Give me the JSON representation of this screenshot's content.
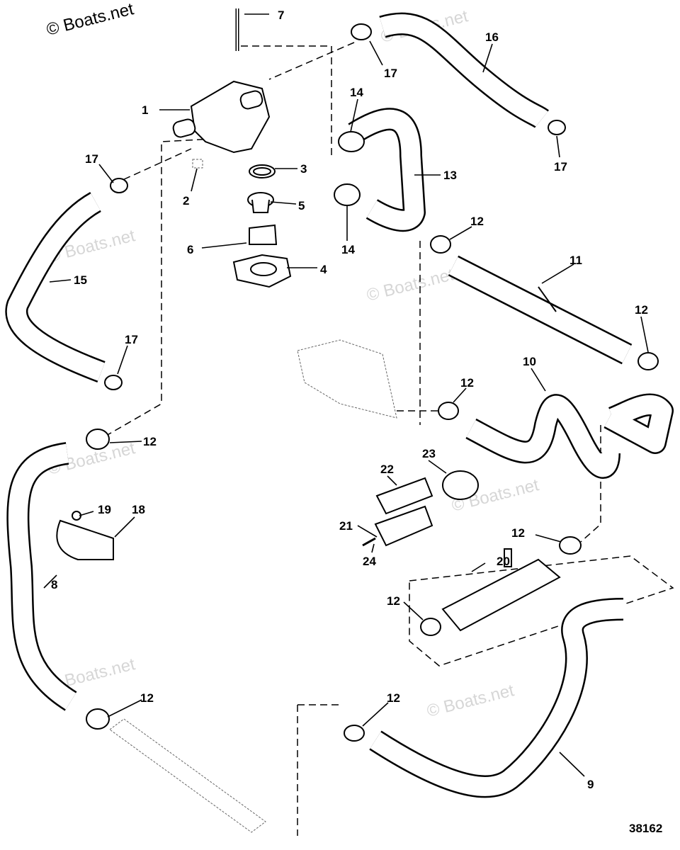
{
  "watermark": "© Boats.net",
  "diagram_id": "38162",
  "callouts": {
    "c1": "1",
    "c2": "2",
    "c3": "3",
    "c4": "4",
    "c5": "5",
    "c6": "6",
    "c7": "7",
    "c8": "8",
    "c9": "9",
    "c10": "10",
    "c11": "11",
    "c12a": "12",
    "c12b": "12",
    "c12c": "12",
    "c12d": "12",
    "c12e": "12",
    "c12f": "12",
    "c12g": "12",
    "c12h": "12",
    "c13": "13",
    "c14a": "14",
    "c14b": "14",
    "c15": "15",
    "c16": "16",
    "c17a": "17",
    "c17b": "17",
    "c17c": "17",
    "c17d": "17",
    "c18": "18",
    "c19": "19",
    "c20": "20",
    "c21": "21",
    "c22": "22",
    "c23": "23",
    "c24": "24"
  }
}
